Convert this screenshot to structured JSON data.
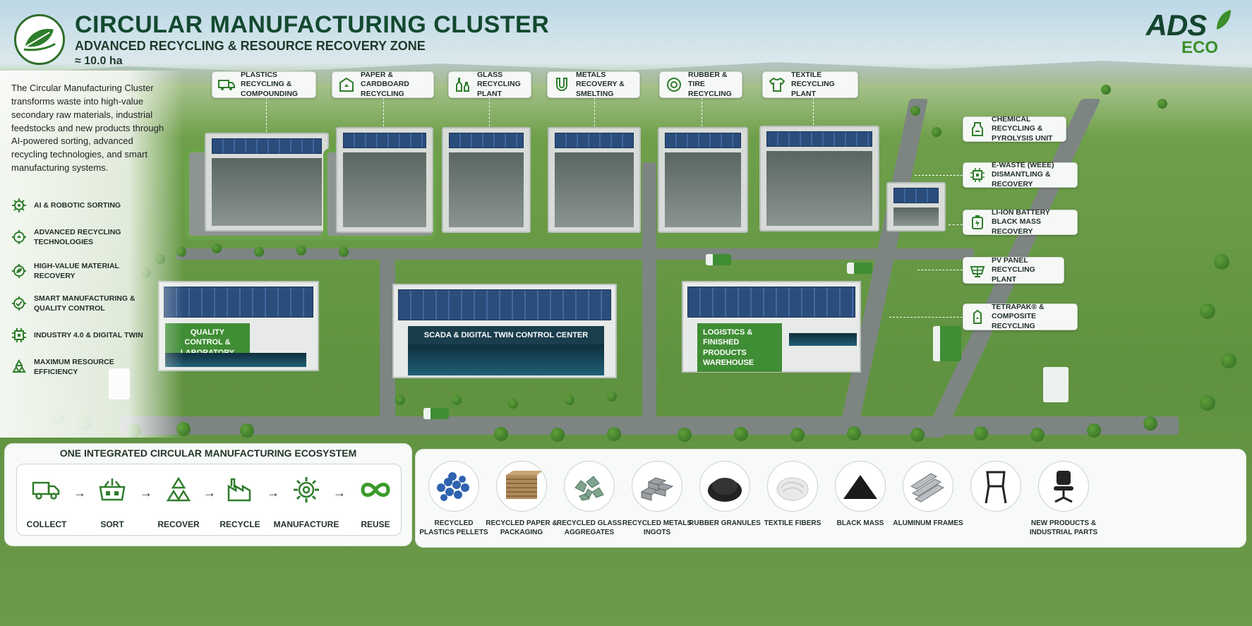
{
  "header": {
    "title": "CIRCULAR MANUFACTURING CLUSTER",
    "subtitle": "ADVANCED RECYCLING & RESOURCE RECOVERY ZONE",
    "area": "≈ 10.0 ha"
  },
  "brand": {
    "name": "ADS",
    "suffix": "ECO"
  },
  "intro": "The Circular Manufacturing Cluster transforms waste into high-value secondary raw materials, industrial feedstocks and new products through AI-powered sorting, advanced recycling technologies, and smart manufacturing systems.",
  "features": [
    {
      "label": "AI & ROBOTIC SORTING",
      "icon": "gear-icon"
    },
    {
      "label": "ADVANCED RECYCLING TECHNOLOGIES",
      "icon": "gear-recycle-icon"
    },
    {
      "label": "HIGH-VALUE MATERIAL RECOVERY",
      "icon": "gear-leaf-icon"
    },
    {
      "label": "SMART MANUFACTURING & QUALITY CONTROL",
      "icon": "gear-check-icon"
    },
    {
      "label": "INDUSTRY 4.0 & DIGITAL TWIN",
      "icon": "gear-chip-icon"
    },
    {
      "label": "MAXIMUM RESOURCE EFFICIENCY",
      "icon": "recycle-icon"
    }
  ],
  "top_callouts": [
    {
      "label": "PLASTICS RECYCLING & COMPOUNDING",
      "icon": "truck-icon"
    },
    {
      "label": "PAPER & CARDBOARD RECYCLING",
      "icon": "recycle-box-icon"
    },
    {
      "label": "GLASS RECYCLING PLANT",
      "icon": "bottles-icon"
    },
    {
      "label": "METALS RECOVERY & SMELTING",
      "icon": "magnet-icon"
    },
    {
      "label": "RUBBER & TIRE RECYCLING",
      "icon": "tire-icon"
    },
    {
      "label": "TEXTILE RECYCLING PLANT",
      "icon": "shirt-icon"
    }
  ],
  "side_callouts": [
    {
      "label": "CHEMICAL RECYCLING & PYROLYSIS UNIT",
      "icon": "reactor-icon"
    },
    {
      "label": "E-WASTE (WEEE) DISMANTLING & RECOVERY",
      "icon": "chip-icon"
    },
    {
      "label": "LI-ION BATTERY BLACK MASS RECOVERY",
      "icon": "battery-icon"
    },
    {
      "label": "PV PANEL RECYCLING PLANT",
      "icon": "solar-panel-icon"
    },
    {
      "label": "TETRAPAK® & COMPOSITE RECYCLING",
      "icon": "carton-icon"
    }
  ],
  "buildings": {
    "qc": "QUALITY CONTROL & LABORATORY",
    "scada": "SCADA & DIGITAL TWIN CONTROL CENTER",
    "logistics": "LOGISTICS & FINISHED PRODUCTS WAREHOUSE"
  },
  "ecosystem": {
    "title": "ONE INTEGRATED CIRCULAR MANUFACTURING ECOSYSTEM",
    "steps": [
      {
        "label": "COLLECT",
        "icon": "truck-icon"
      },
      {
        "label": "SORT",
        "icon": "sorting-icon"
      },
      {
        "label": "RECOVER",
        "icon": "recycle-icon"
      },
      {
        "label": "RECYCLE",
        "icon": "factory-icon"
      },
      {
        "label": "MANUFACTURE",
        "icon": "gear-icon"
      },
      {
        "label": "REUSE",
        "icon": "infinity-icon"
      }
    ],
    "arrow": "→"
  },
  "products": [
    {
      "label": "RECYCLED PLASTICS PELLETS",
      "icon": "pellets-icon",
      "color": "#2f63b0"
    },
    {
      "label": "RECYCLED PAPER & PACKAGING",
      "icon": "paper-bales-icon",
      "color": "#b08a5a"
    },
    {
      "label": "RECYCLED GLASS AGGREGATES",
      "icon": "glass-cullet-icon",
      "color": "#7fa38d"
    },
    {
      "label": "RECYCLED METALS INGOTS",
      "icon": "ingots-icon",
      "color": "#9aa0a4"
    },
    {
      "label": "RUBBER GRANULES",
      "icon": "rubber-granules-icon",
      "color": "#222222"
    },
    {
      "label": "TEXTILE FIBERS",
      "icon": "fibers-icon",
      "color": "#efefef"
    },
    {
      "label": "BLACK MASS",
      "icon": "black-mass-icon",
      "color": "#1a1a1a"
    },
    {
      "label": "ALUMINUM FRAMES",
      "icon": "aluminum-frames-icon",
      "color": "#b9bec2"
    },
    {
      "label": "",
      "icon": "chair-frame-icon",
      "color": "#222222"
    },
    {
      "label": "NEW PRODUCTS & INDUSTRIAL PARTS",
      "icon": "office-chair-icon",
      "color": "#222222"
    }
  ],
  "colors": {
    "brand_dark": "#13492f",
    "brand_green": "#3c8f2c"
  }
}
